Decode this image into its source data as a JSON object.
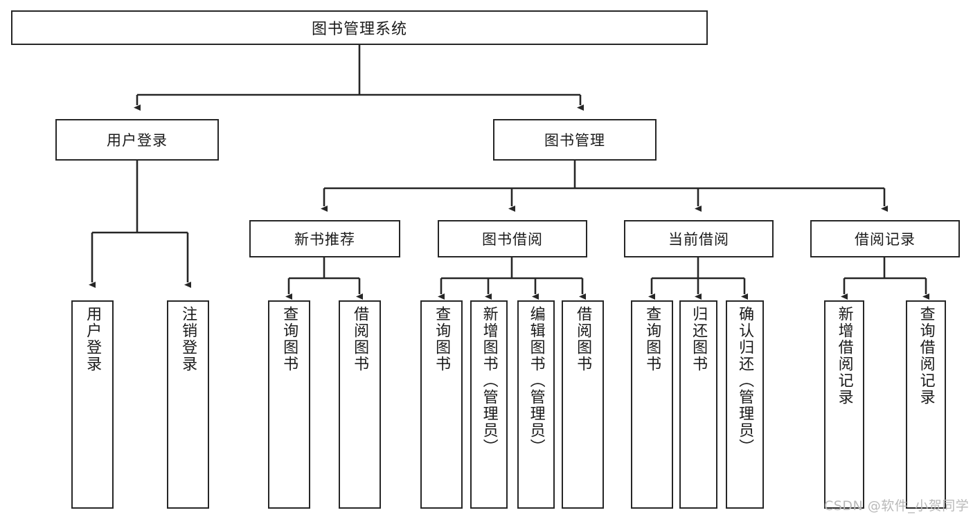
{
  "diagram": {
    "title": "图书管理系统",
    "type": "功能结构图",
    "watermark": "CSDN @软件_小贺同学",
    "colors": {
      "stroke": "#262626",
      "fill": "#ffffff",
      "text": "#1a1a1a",
      "watermark": "#b9b9b9"
    },
    "nodes": {
      "root": {
        "label": "图书管理系统"
      },
      "level1": [
        {
          "id": "user-login",
          "label": "用户登录"
        },
        {
          "id": "book-manage",
          "label": "图书管理"
        }
      ],
      "level2": [
        {
          "id": "new-book-rec",
          "label": "新书推荐"
        },
        {
          "id": "book-borrow",
          "label": "图书借阅"
        },
        {
          "id": "current-borrow",
          "label": "当前借阅"
        },
        {
          "id": "borrow-record",
          "label": "借阅记录"
        }
      ],
      "leaves": {
        "user_login": [
          {
            "id": "leaf-user-login",
            "label": "用户登录"
          },
          {
            "id": "leaf-logout",
            "label": "注销登录"
          }
        ],
        "new_book_rec": [
          {
            "id": "leaf-query-book-1",
            "label": "查询图书"
          },
          {
            "id": "leaf-borrow-book-1",
            "label": "借阅图书"
          }
        ],
        "book_borrow": [
          {
            "id": "leaf-query-book-2",
            "label": "查询图书"
          },
          {
            "id": "leaf-add-book",
            "label": "新增图书（管理员）"
          },
          {
            "id": "leaf-edit-book",
            "label": "编辑图书（管理员）"
          },
          {
            "id": "leaf-borrow-book-2",
            "label": "借阅图书"
          }
        ],
        "current_borrow": [
          {
            "id": "leaf-query-book-3",
            "label": "查询图书"
          },
          {
            "id": "leaf-return-book",
            "label": "归还图书"
          },
          {
            "id": "leaf-confirm-return",
            "label": "确认归还（管理员）"
          }
        ],
        "borrow_record": [
          {
            "id": "leaf-add-record",
            "label": "新增借阅记录"
          },
          {
            "id": "leaf-query-record",
            "label": "查询借阅记录"
          }
        ]
      }
    }
  }
}
